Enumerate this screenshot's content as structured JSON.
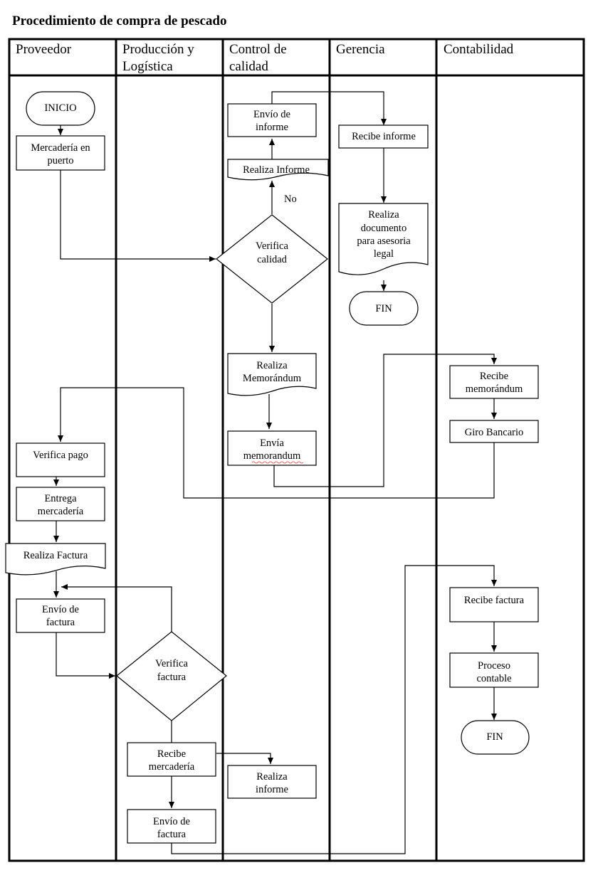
{
  "title": "Procedimiento de compra de pescado",
  "lanes": [
    [
      "Proveedor"
    ],
    [
      "Producción y",
      "Logística"
    ],
    [
      "Control de",
      "calidad"
    ],
    [
      "Gerencia"
    ],
    [
      "Contabilidad"
    ]
  ],
  "nodes": {
    "inicio": [
      "INICIO"
    ],
    "mercaderia_puerto": [
      "Mercadería en",
      "puerto"
    ],
    "envio_informe": [
      "Envío de",
      "informe"
    ],
    "realiza_informe_doc": [
      "Realiza Informe"
    ],
    "verifica_calidad": [
      "Verifica",
      "calidad"
    ],
    "recibe_informe": [
      "Recibe informe"
    ],
    "realiza_documento": [
      "Realiza",
      "documento",
      "para asesoria",
      "legal"
    ],
    "fin_gerencia": [
      "FIN"
    ],
    "realiza_memorandum": [
      "Realiza",
      "Memorándum"
    ],
    "envia_memorandum": [
      "Envía",
      "memorandum"
    ],
    "recibe_memorandum": [
      "Recibe",
      "memorándum"
    ],
    "giro_bancario": [
      "Giro Bancario"
    ],
    "verifica_pago": [
      "Verifica pago"
    ],
    "entrega_mercaderia": [
      "Entrega",
      "mercadería"
    ],
    "realiza_factura": [
      "Realiza Factura"
    ],
    "envio_factura_prov": [
      "Envío de",
      "factura"
    ],
    "verifica_factura": [
      "Verifica",
      "factura"
    ],
    "recibe_mercaderia": [
      "Recibe",
      "mercadería"
    ],
    "realiza_informe_box": [
      "Realiza",
      "informe"
    ],
    "envio_factura_prod": [
      "Envío de",
      "factura"
    ],
    "recibe_factura": [
      "Recibe factura"
    ],
    "proceso_contable": [
      "Proceso",
      "contable"
    ],
    "fin_contabilidad": [
      "FIN"
    ]
  },
  "edge_labels": {
    "no": "No"
  }
}
